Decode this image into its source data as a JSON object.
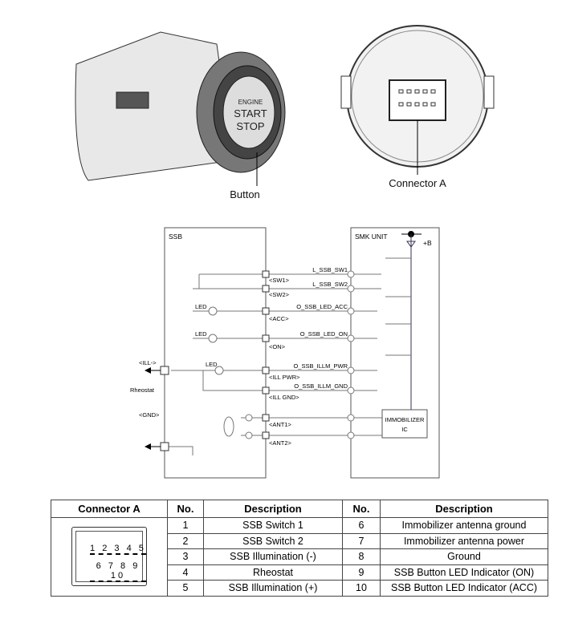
{
  "photos": {
    "button_label": "Button",
    "connector_label": "Connector A",
    "button_text": [
      "ENGINE",
      "START",
      "STOP"
    ]
  },
  "circuit": {
    "ssb_title": "SSB",
    "smk_title": "SMK UNIT",
    "plus_b": "+B",
    "ill_minus": "<ILL->",
    "rheostat": "Rheostat",
    "gnd": "<GND>",
    "led": "LED",
    "pins": [
      "<SW1>",
      "<SW2>",
      "<ACC>",
      "<ON>",
      "<ILL PWR>",
      "<ILL GND>",
      "<ANT1>",
      "<ANT2>"
    ],
    "signals": [
      "L_SSB_SW1",
      "L_SSB_SW2",
      "O_SSB_LED_ACC",
      "O_SSB_LED_ON",
      "O_SSB_ILLM_PWR",
      "O_SSB_ILLM_GND"
    ],
    "immobilizer": [
      "IMMOBILIZER",
      "IC"
    ]
  },
  "table": {
    "headers": [
      "Connector A",
      "No.",
      "Description",
      "No.",
      "Description"
    ],
    "connector_pins_top": [
      "1",
      "2",
      "3",
      "4",
      "5"
    ],
    "connector_pins_bottom": [
      "6",
      "7",
      "8",
      "9",
      "10"
    ],
    "rows": [
      {
        "no1": "1",
        "desc1": "SSB Switch 1",
        "no2": "6",
        "desc2": "Immobilizer antenna ground"
      },
      {
        "no1": "2",
        "desc1": "SSB Switch 2",
        "no2": "7",
        "desc2": "Immobilizer antenna power"
      },
      {
        "no1": "3",
        "desc1": "SSB Illumination (-)",
        "no2": "8",
        "desc2": "Ground"
      },
      {
        "no1": "4",
        "desc1": "Rheostat",
        "no2": "9",
        "desc2": "SSB Button LED Indicator (ON)"
      },
      {
        "no1": "5",
        "desc1": "SSB Illumination (+)",
        "no2": "10",
        "desc2": "SSB Button LED Indicator (ACC)"
      }
    ]
  }
}
